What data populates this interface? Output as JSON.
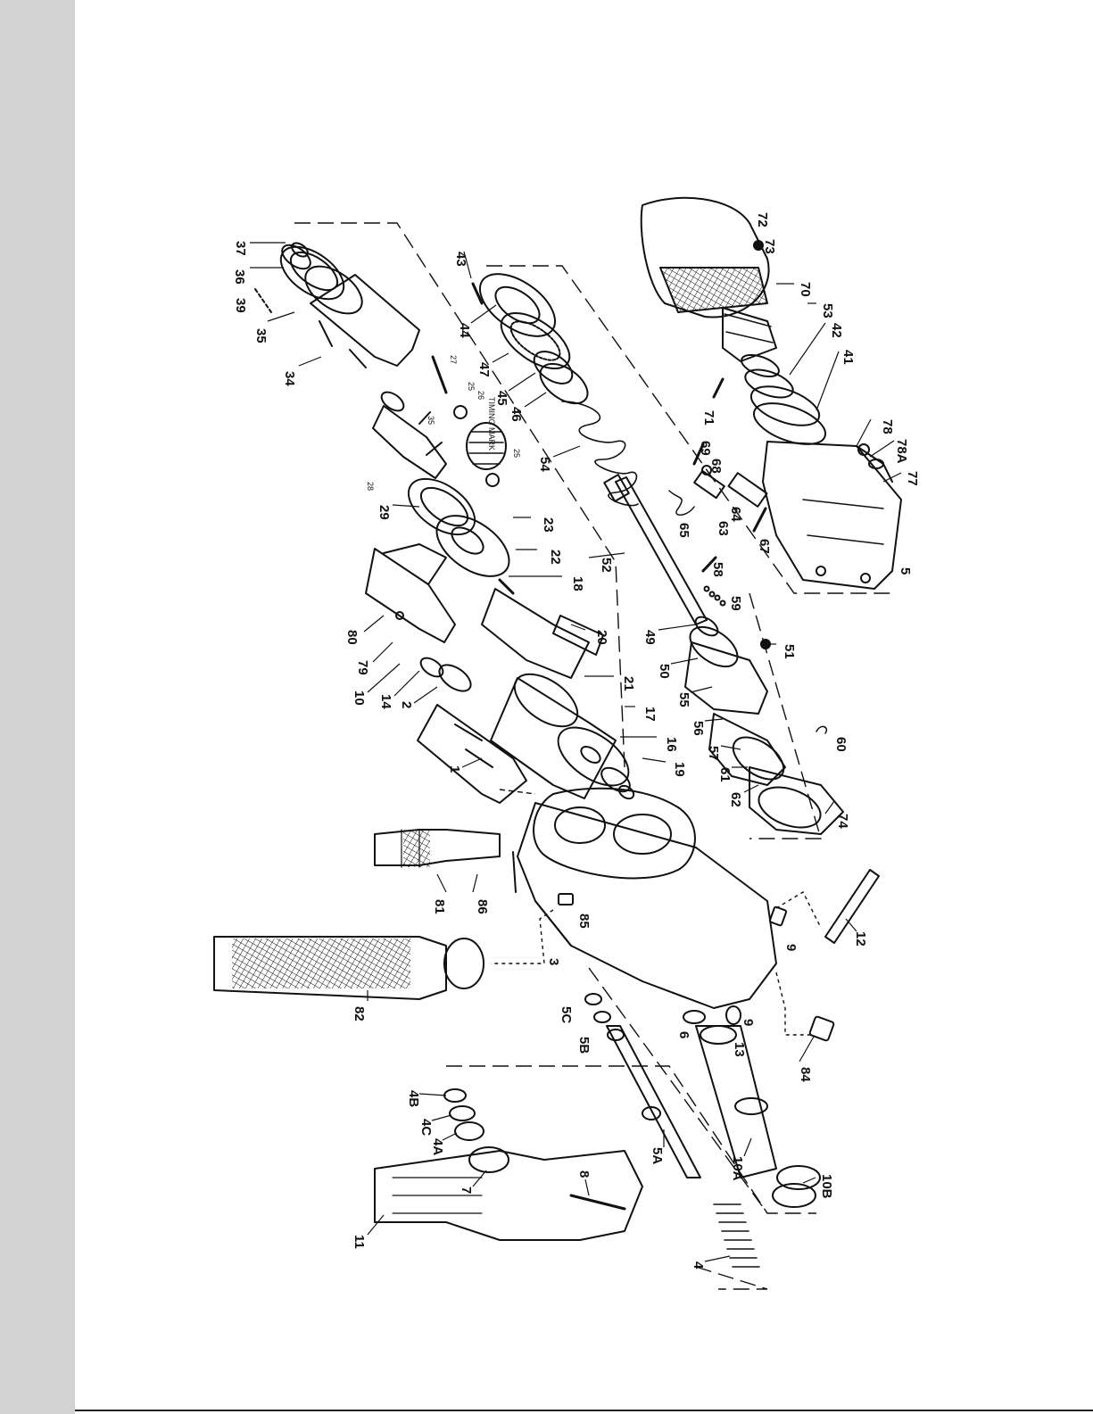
{
  "figure": {
    "labels": [
      "37",
      "36",
      "39",
      "35",
      "34",
      "27",
      "25",
      "26",
      "TIMING MARK",
      "25",
      "28",
      "29",
      "23",
      "22",
      "18",
      "80",
      "79",
      "10",
      "14",
      "2",
      "1",
      "20",
      "21",
      "17",
      "16",
      "19",
      "43",
      "44",
      "47",
      "45",
      "46",
      "54",
      "52",
      "49",
      "50",
      "55",
      "56",
      "57",
      "61",
      "62",
      "74",
      "60",
      "51",
      "59",
      "58",
      "65",
      "63",
      "64",
      "67",
      "68",
      "69",
      "71",
      "78",
      "78A",
      "77",
      "5",
      "70",
      "53",
      "42",
      "41",
      "72",
      "73",
      "81",
      "86",
      "85",
      "3",
      "82",
      "9",
      "12",
      "9",
      "84",
      "13",
      "6",
      "5C",
      "5B",
      "5A",
      "10A",
      "10B",
      "4",
      "4B",
      "4C",
      "4A",
      "7",
      "8",
      "11",
      "35"
    ]
  },
  "colors": {
    "ink": "#111111",
    "margin": "#d2d2d2",
    "paper": "#ffffff"
  }
}
